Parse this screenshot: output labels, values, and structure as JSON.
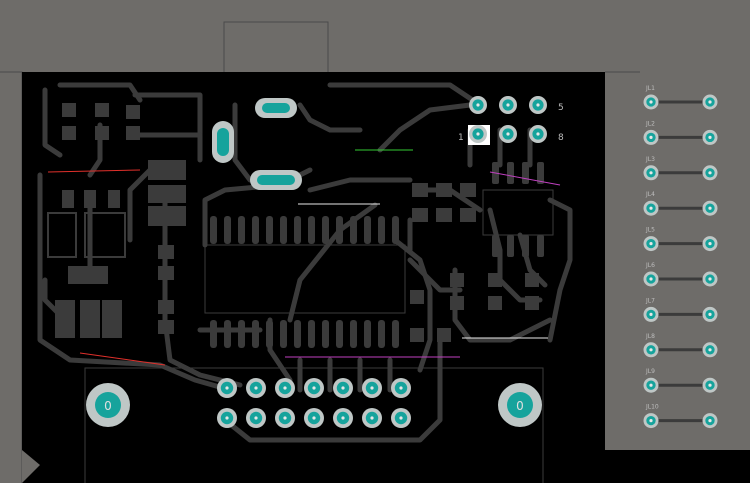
{
  "board": {
    "pin_header_labels": {
      "left": "1",
      "right": "5",
      "right_lower": "8"
    },
    "mount_hole_label": "0",
    "jumper_labels": [
      "JL1",
      "JL2",
      "JL3",
      "JL4",
      "JL5",
      "JL6",
      "JL7",
      "JL8",
      "JL9",
      "JL10"
    ],
    "colors": {
      "background": "#6e6c69",
      "board": "#000000",
      "copper": "#3b3b3b",
      "pad": "#16a39c",
      "pad_ring": "#bfc7c6",
      "ratsnest_red": "#e0302b",
      "ratsnest_green": "#33cc33",
      "ratsnest_magenta": "#c040c0"
    }
  }
}
